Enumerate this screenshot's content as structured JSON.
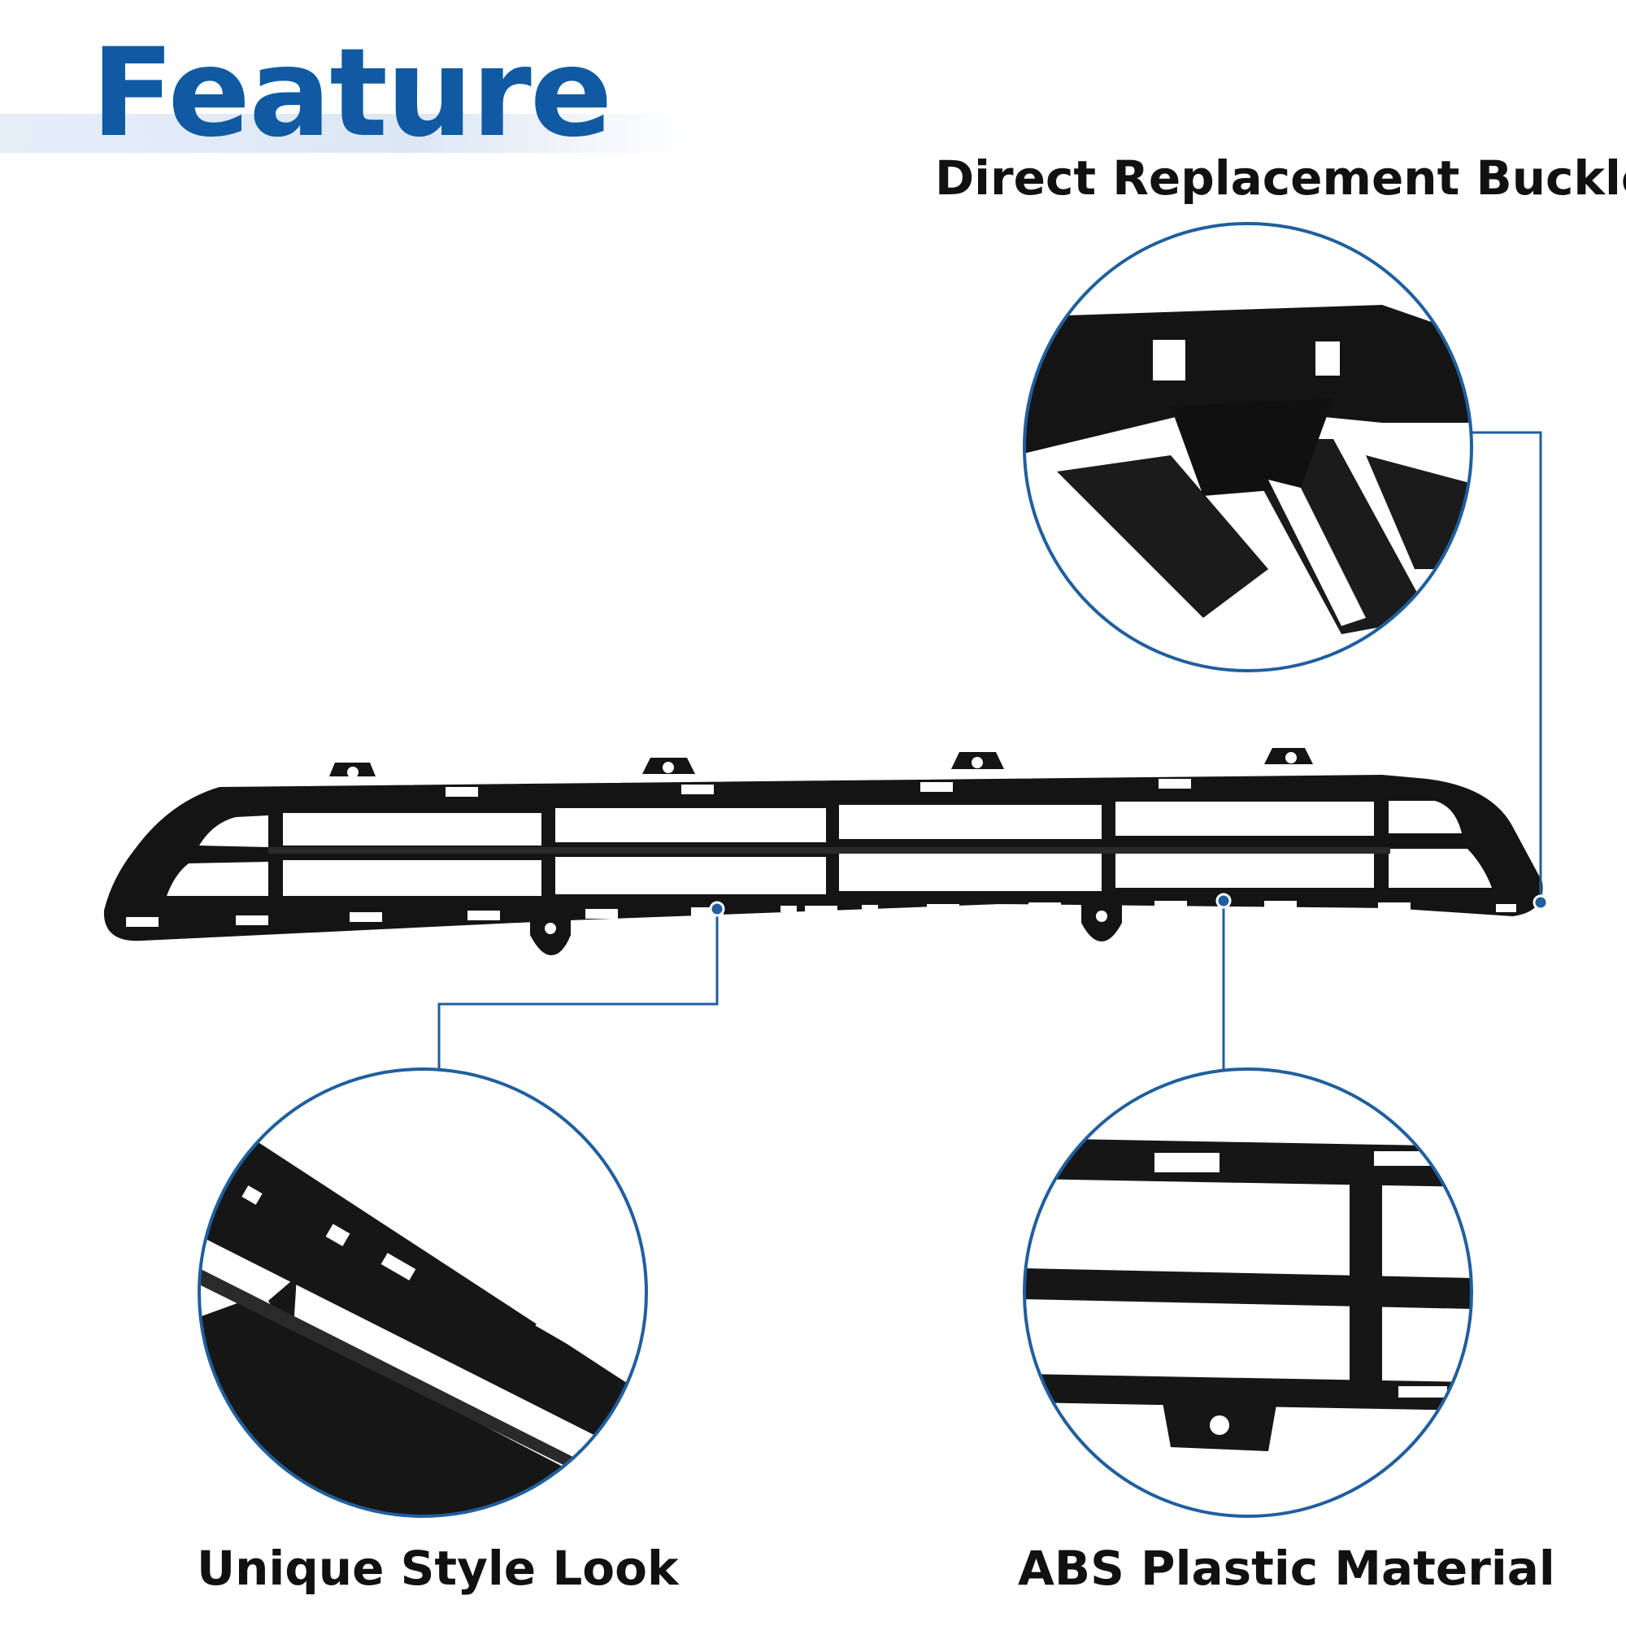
{
  "title": "Feature",
  "features": {
    "buckle": "Direct Replacement Buckle",
    "style": "Unique Style Look",
    "material": "ABS Plastic Material"
  },
  "colors": {
    "accent": "#0f5aa2",
    "leader_line": "#1f5f9e",
    "part": "#141414"
  }
}
